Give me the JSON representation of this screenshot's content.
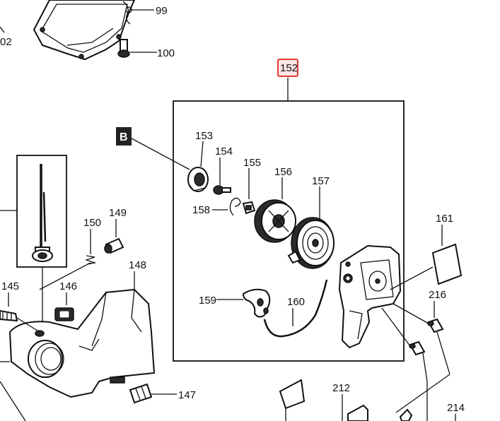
{
  "highlight_color": "#e53935",
  "callouts": {
    "c99": "99",
    "c100": "100",
    "c02": "02",
    "c152": "152",
    "b": "B",
    "c153": "153",
    "c154": "154",
    "c155": "155",
    "c156": "156",
    "c157": "157",
    "c158": "158",
    "c159": "159",
    "c160": "160",
    "c161": "161",
    "c216": "216",
    "c212": "212",
    "c214": "214",
    "c150": "150",
    "c149": "149",
    "c148": "148",
    "c145": "145",
    "c146": "146",
    "c147": "147"
  }
}
